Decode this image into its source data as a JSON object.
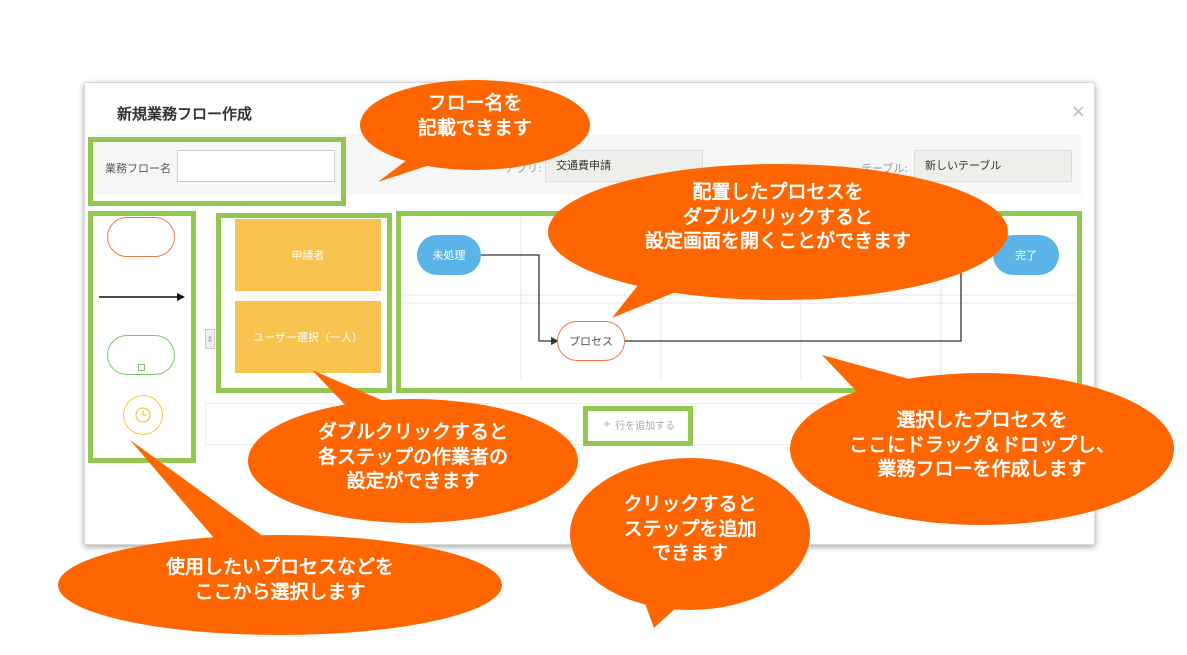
{
  "dialog": {
    "title": "新規業務フロー作成",
    "close_icon": "×",
    "flow_name_label": "業務フロー名",
    "flow_name_value": "",
    "app_label": "アプリ:",
    "app_value": "交通費申請",
    "table_label": "テーブル:",
    "table_value": "新しいテーブル"
  },
  "lanes": [
    {
      "label": "申請者"
    },
    {
      "label": "ユーザー選択（一人）"
    }
  ],
  "nodes": {
    "start": "未処理",
    "process": "プロセス",
    "end": "完了"
  },
  "add_row": {
    "icon": "+",
    "label": "行を追加する"
  },
  "callouts": {
    "flow_name": [
      "フロー名を",
      "記載できます"
    ],
    "process_setting": [
      "配置したプロセスを",
      "ダブルクリックすると",
      "設定画面を開くことができます"
    ],
    "step_worker": [
      "ダブルクリックすると",
      "各ステップの作業者の",
      "設定ができます"
    ],
    "add_step": [
      "クリックすると",
      "ステップを追加",
      "できます"
    ],
    "drag_drop": [
      "選択したプロセスを",
      "ここにドラッグ＆ドロップし、",
      "業務フローを作成します"
    ],
    "palette": [
      "使用したいプロセスなどを",
      "ここから選択します"
    ]
  },
  "colors": {
    "callout": "#ff6600",
    "highlight": "#92c84f",
    "lane": "#f8c34e",
    "state_node": "#5bb4e8",
    "process_border": "#e87a4a"
  }
}
